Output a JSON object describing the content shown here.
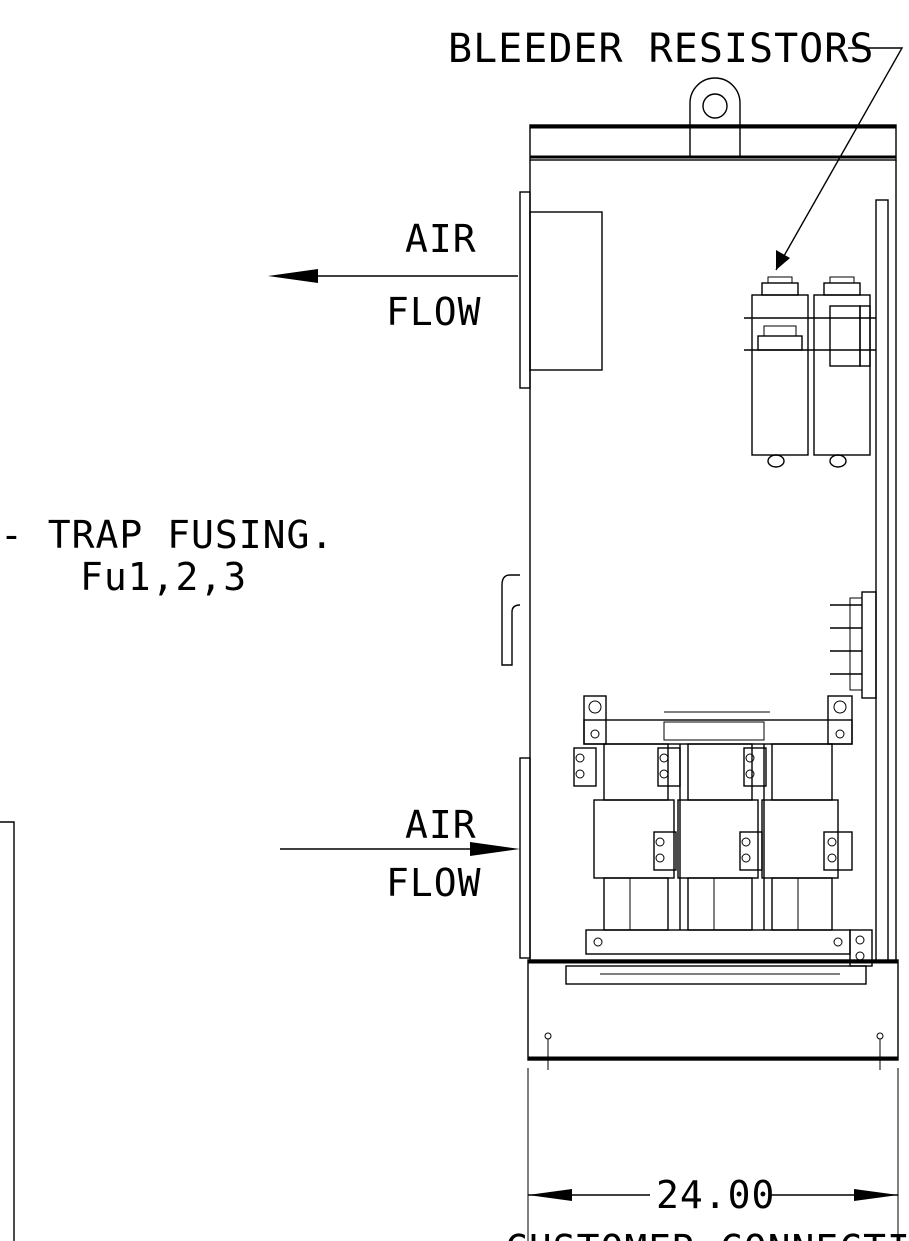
{
  "labels": {
    "bleeder_resistors": "BLEEDER RESISTORS",
    "air_flow_top_1": "AIR",
    "air_flow_top_2": "FLOW",
    "air_flow_bottom_1": "AIR",
    "air_flow_bottom_2": "FLOW",
    "trap_fusing_1": "- TRAP FUSING.",
    "trap_fusing_2": "Fu1,2,3",
    "width_dimension": "24.00",
    "customer_connections": "CUSTOMER CONNECTIONS"
  }
}
